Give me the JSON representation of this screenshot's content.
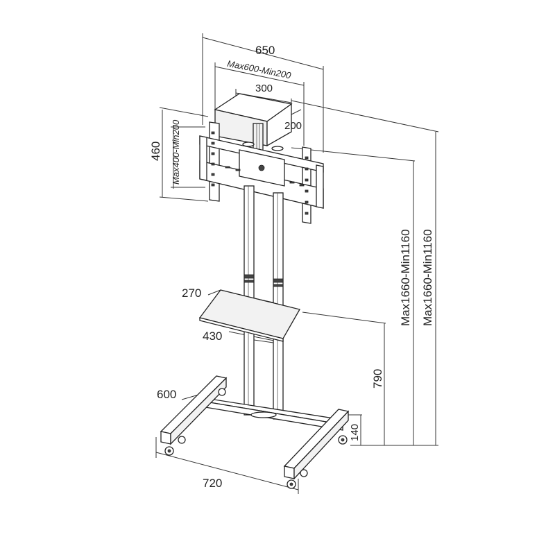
{
  "diagram": {
    "dimensions": {
      "overall_width": "650",
      "mount_range_width": "Max600-Min200",
      "box_width": "300",
      "box_depth": "200",
      "bracket_height": "460",
      "mount_range_height": "Max400-Min200",
      "shelf_depth": "270",
      "shelf_width": "430",
      "base_depth": "600",
      "base_width": "720",
      "shelf_height": "790",
      "base_height": "140",
      "center_height_range": "Max1660-Min1160",
      "top_height_range": "Max1660-Min1160"
    }
  }
}
